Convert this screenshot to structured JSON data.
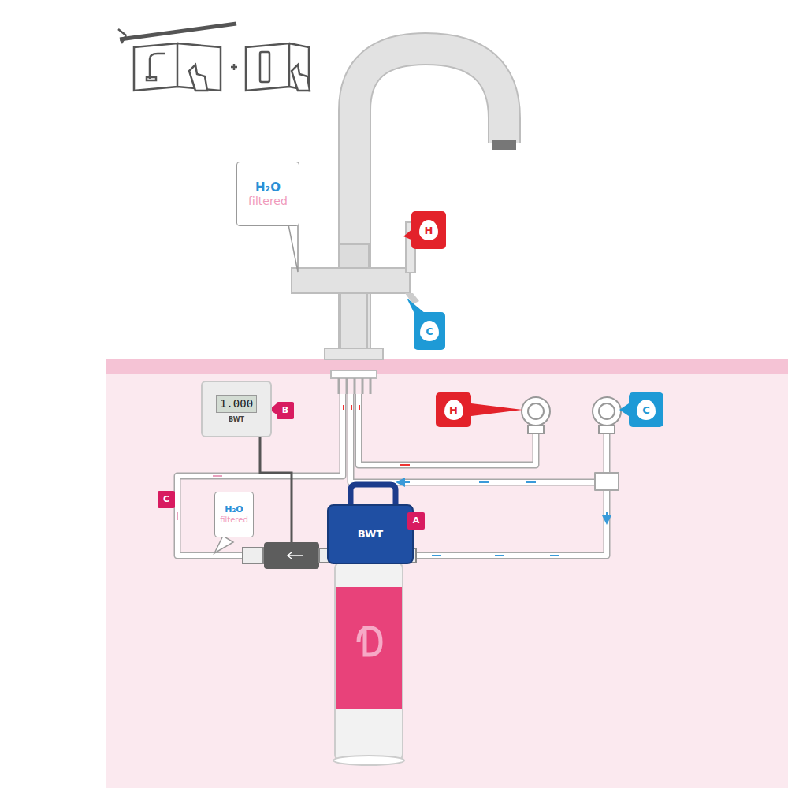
{
  "diagram": {
    "nodes": [
      {
        "text": [
          "H₂O",
          "filtered"
        ]
      },
      {
        "text": [
          "H"
        ]
      },
      {
        "text": [
          "C"
        ]
      },
      {
        "text": [
          "1.000",
          "BWT"
        ]
      },
      {
        "text": [
          "B"
        ]
      },
      {
        "text": [
          "H"
        ]
      },
      {
        "text": [
          "C"
        ]
      },
      {
        "text": [
          "C"
        ]
      },
      {
        "text": [
          "BWT"
        ]
      },
      {
        "text": [
          "A"
        ]
      },
      {
        "text": [
          "H₂O",
          "filtered"
        ]
      }
    ]
  }
}
